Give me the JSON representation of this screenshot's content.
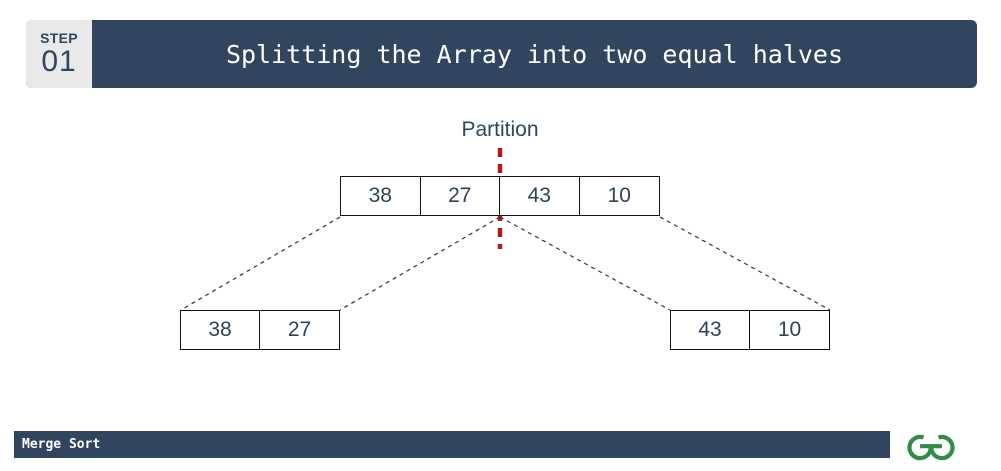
{
  "header": {
    "step_word": "STEP",
    "step_number": "01",
    "title": "Splitting the Array into two equal halves",
    "bar_color": "#32455f",
    "badge_color": "#e9e9e9"
  },
  "diagram": {
    "partition_label": "Partition",
    "partition_line_color": "#b01b21",
    "connector_color": "#333333",
    "box_border_color": "#111111",
    "value_text_color": "#2e4358",
    "root_array": {
      "name": "root-array",
      "values": [
        "38",
        "27",
        "43",
        "10"
      ]
    },
    "left_array": {
      "name": "left-subarray",
      "values": [
        "38",
        "27"
      ]
    },
    "right_array": {
      "name": "right-subarray",
      "values": [
        "43",
        "10"
      ]
    }
  },
  "footer": {
    "label": "Merge Sort",
    "bar_color": "#32455f",
    "logo_name": "geeksforgeeks-logo",
    "logo_color": "#2f8d46"
  }
}
